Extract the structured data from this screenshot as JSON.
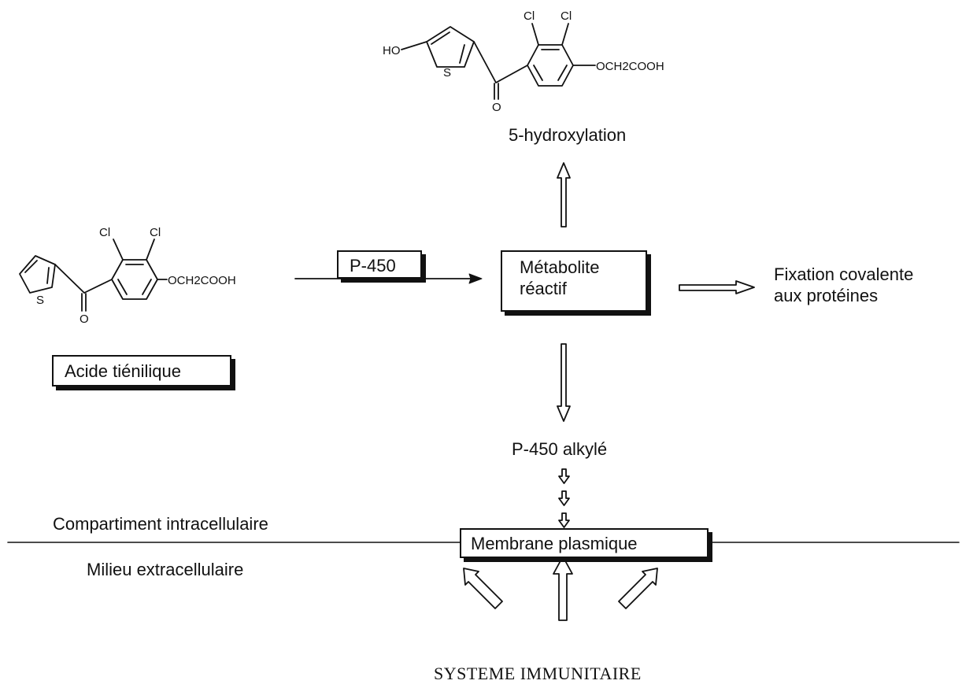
{
  "structures": {
    "top": {
      "atom_ho": "HO",
      "atom_s": "S",
      "atom_o": "O",
      "atom_cl1": "Cl",
      "atom_cl2": "Cl",
      "substituent": "OCH2COOH"
    },
    "left": {
      "atom_s": "S",
      "atom_o": "O",
      "atom_cl1": "Cl",
      "atom_cl2": "Cl",
      "substituent": "OCH2COOH"
    }
  },
  "labels": {
    "hydroxylation": "5-hydroxylation",
    "enzyme": "P-450",
    "metabolite_line1": "Métabolite",
    "metabolite_line2": "réactif",
    "fixation_line1": "Fixation covalente",
    "fixation_line2": "aux protéines",
    "acid": "Acide tiénilique",
    "alkylated": "P-450 alkylé",
    "intracellular": "Compartiment intracellulaire",
    "extracellular": "Milieu extracellulaire",
    "membrane": "Membrane plasmique",
    "immune_system": "SYSTEME IMMUNITAIRE"
  }
}
